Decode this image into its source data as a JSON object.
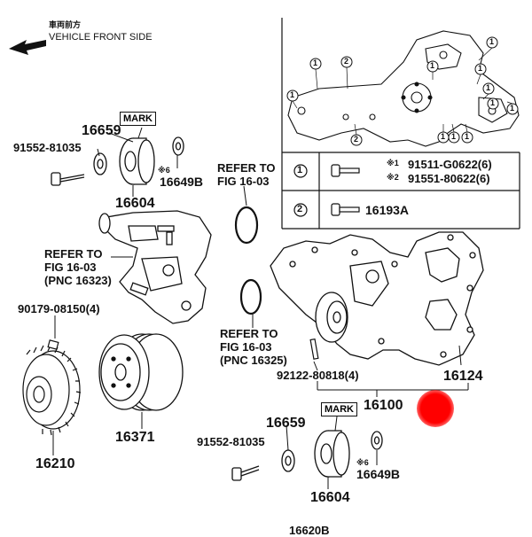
{
  "direction": {
    "kanji": "車両前方",
    "label": "VEHICLE FRONT SIDE"
  },
  "inset_table": {
    "rows": [
      {
        "num": "1",
        "marks": [
          "※1",
          "※2"
        ],
        "parts": [
          "91511-G0622(6)",
          "91551-80622(6)"
        ]
      },
      {
        "num": "2",
        "part": "16193A"
      }
    ]
  },
  "callouts": {
    "mark_top": "MARK",
    "mark_bottom": "MARK",
    "p16659_top": "16659",
    "p91552_top": "91552-81035",
    "p16604_top": "16604",
    "note6_top": "※6",
    "p16649b_top": "16649B",
    "ref_a_1": "REFER TO",
    "ref_a_2": "FIG 16-03",
    "ref_b_1": "REFER TO",
    "ref_b_2": "FIG 16-03",
    "ref_b_3": "(PNC 16323)",
    "ref_c_1": "REFER TO",
    "ref_c_2": "FIG 16-03",
    "ref_c_3": "(PNC 16325)",
    "p90179": "90179-08150(4)",
    "p92122": "92122-80818(4)",
    "p16124": "16124",
    "p16100": "16100",
    "p16371": "16371",
    "p16210": "16210",
    "p16659_bot": "16659",
    "p91552_bot": "91552-81035",
    "p16604_bot": "16604",
    "note6_bot": "※6",
    "p16649b_bot": "16649B",
    "cut_bottom": "16620B"
  },
  "inset_callouts": [
    "1",
    "2",
    "1",
    "1",
    "1",
    "1",
    "1",
    "1",
    "1",
    "1",
    "2",
    "1",
    "1"
  ]
}
